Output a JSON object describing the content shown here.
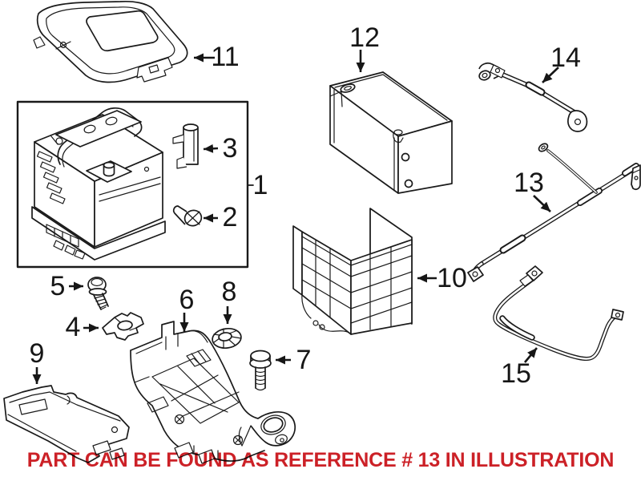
{
  "diagram": {
    "callouts": [
      "1",
      "2",
      "3",
      "4",
      "5",
      "6",
      "7",
      "8",
      "9",
      "10",
      "11",
      "12",
      "13",
      "14",
      "15"
    ],
    "note": {
      "text": "PART CAN BE FOUND AS REFERENCE # 13 IN ILLUSTRATION",
      "color": "#cc2127"
    },
    "colors": {
      "background": "#ffffff",
      "line_ink": "#1a1a1a"
    }
  }
}
